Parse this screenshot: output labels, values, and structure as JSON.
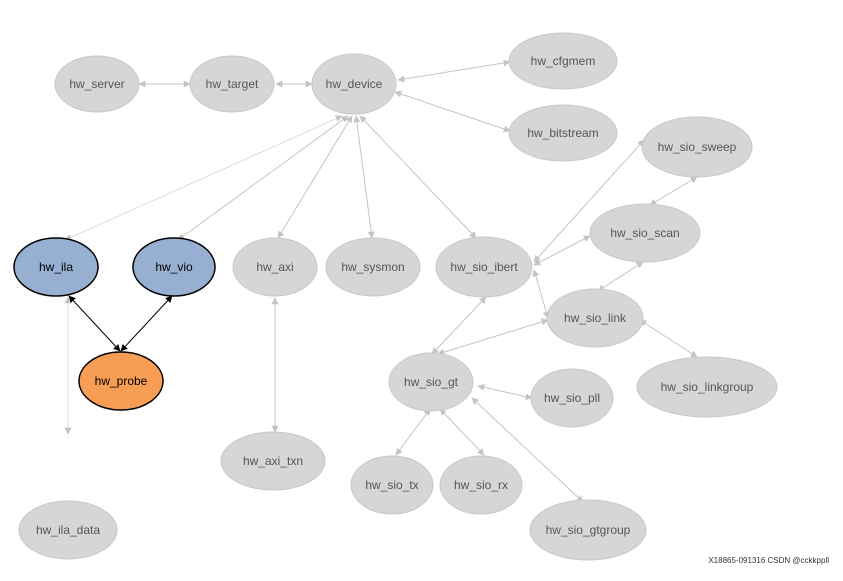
{
  "nodes": {
    "hw_server": "hw_server",
    "hw_target": "hw_target",
    "hw_device": "hw_device",
    "hw_cfgmem": "hw_cfgmem",
    "hw_bitstream": "hw_bitstream",
    "hw_sio_sweep": "hw_sio_sweep",
    "hw_sio_scan": "hw_sio_scan",
    "hw_sio_link": "hw_sio_link",
    "hw_sio_linkgroup": "hw_sio_linkgroup",
    "hw_ila": "hw_ila",
    "hw_vio": "hw_vio",
    "hw_axi": "hw_axi",
    "hw_sysmon": "hw_sysmon",
    "hw_sio_ibert": "hw_sio_ibert",
    "hw_probe": "hw_probe",
    "hw_sio_gt": "hw_sio_gt",
    "hw_sio_pll": "hw_sio_pll",
    "hw_axi_txn": "hw_axi_txn",
    "hw_sio_tx": "hw_sio_tx",
    "hw_sio_rx": "hw_sio_rx",
    "hw_sio_gtgroup": "hw_sio_gtgroup",
    "hw_ila_data": "hw_ila_data"
  },
  "colors": {
    "gray_fill": "#d6d6d6",
    "gray_edge": "#c4c4c4",
    "blue_fill": "#97afd0",
    "orange_fill": "#f79e54",
    "text_gray": "#555555",
    "text_dark": "#000000"
  },
  "footer": {
    "id": "X18865-091316",
    "watermark": "CSDN @cckkppll"
  }
}
